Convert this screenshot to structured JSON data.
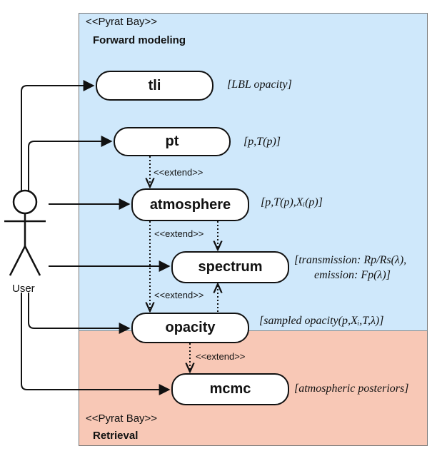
{
  "packages": {
    "forward": {
      "stereotype": "<<Pyrat Bay>>",
      "name": "Forward modeling"
    },
    "retrieval": {
      "stereotype": "<<Pyrat Bay>>",
      "name": "Retrieval"
    }
  },
  "actor": {
    "label": "User"
  },
  "use_cases": {
    "tli": {
      "label": "tli",
      "note": "[LBL opacity]"
    },
    "pt": {
      "label": "pt",
      "note": "[p,T(p)]"
    },
    "atmosphere": {
      "label": "atmosphere",
      "note": "[p,T(p),Xᵢ(p)]"
    },
    "spectrum": {
      "label": "spectrum",
      "note_line1": "[transmission: Rp/Rs(λ),",
      "note_line2": "emission: Fp(λ)]"
    },
    "opacity": {
      "label": "opacity",
      "note": "[sampled opacity(p,Xᵢ,T,λ)]"
    },
    "mcmc": {
      "label": "mcmc",
      "note": "[atmospheric posteriors]"
    }
  },
  "relations": {
    "extend_label": "<<extend>>"
  },
  "colors": {
    "forward_bg": "#cfe8fb",
    "retrieval_bg": "#f8c8b6"
  }
}
